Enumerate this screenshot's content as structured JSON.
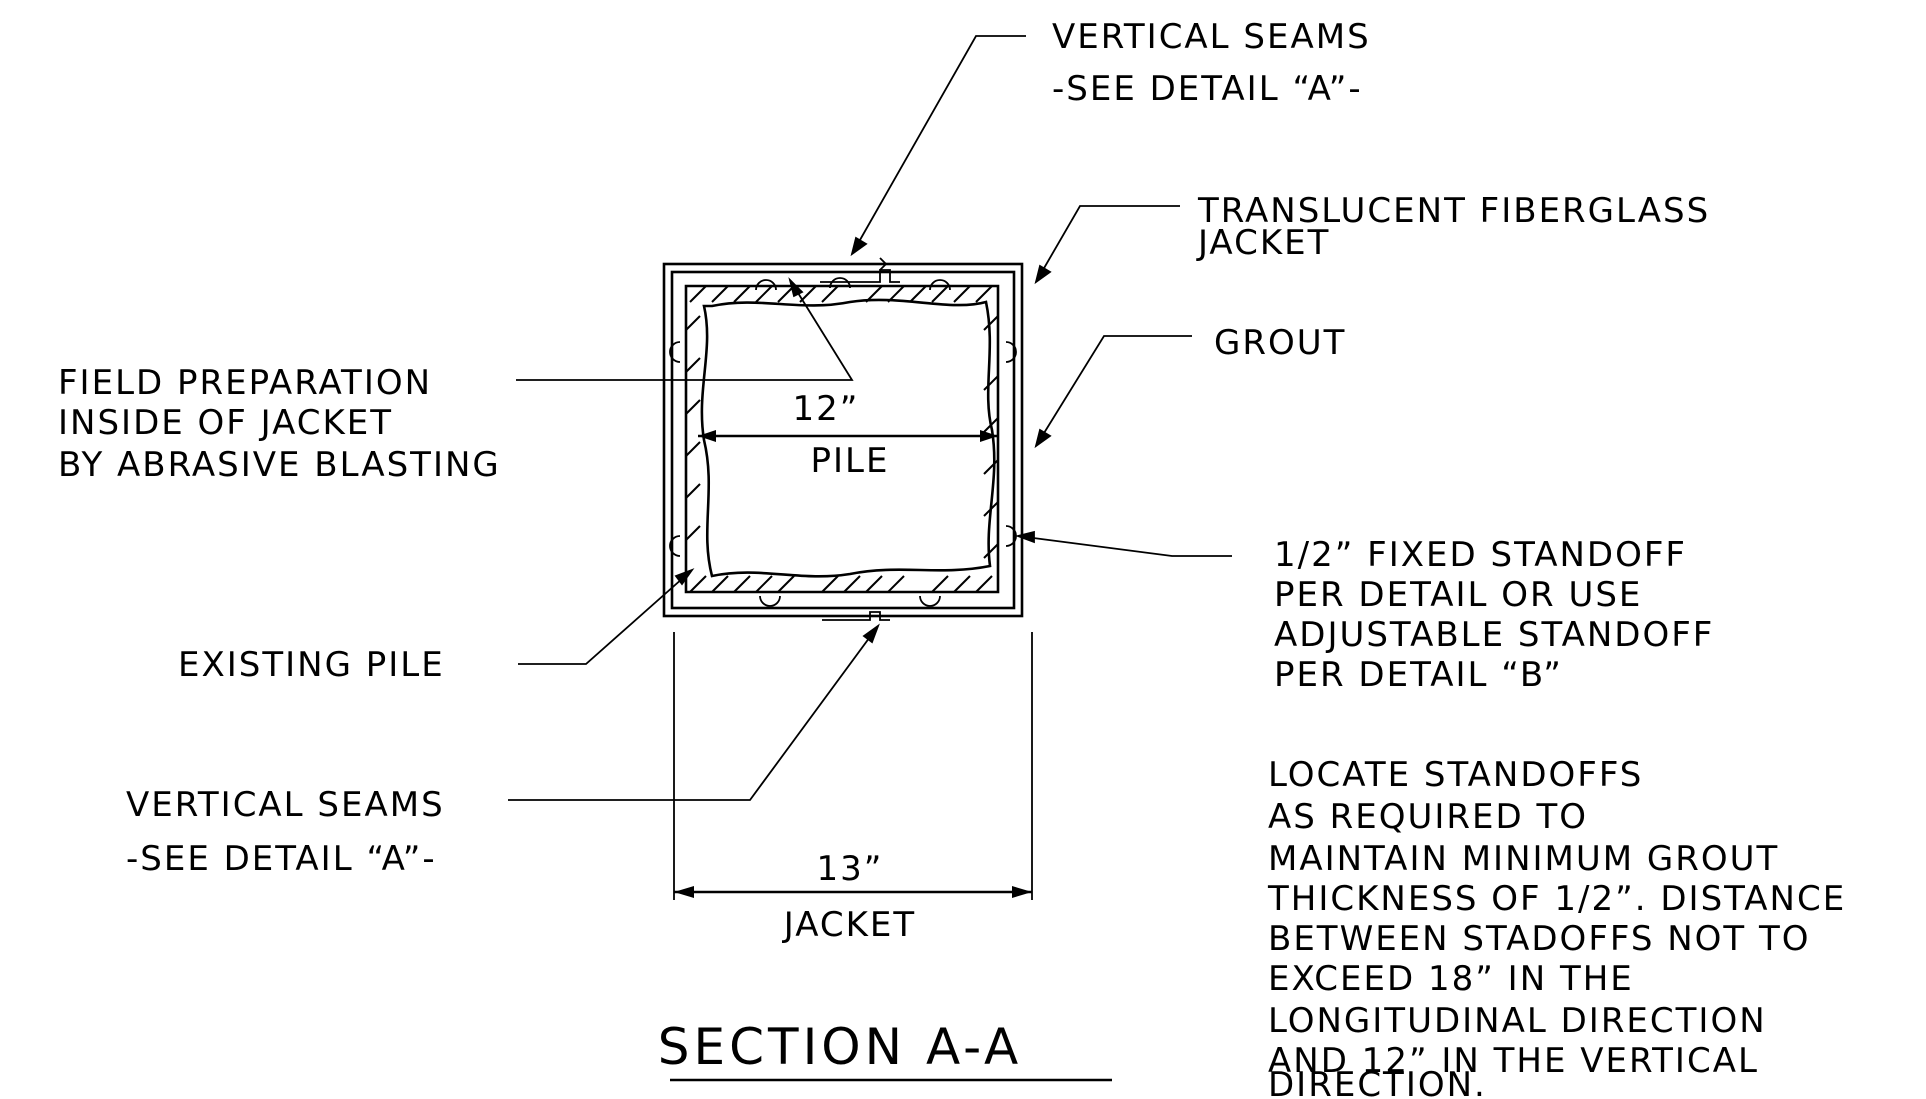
{
  "labels": {
    "vertical_seams_top": [
      "VERTICAL SEAMS",
      "-SEE DETAIL “A”-"
    ],
    "jacket": [
      "TRANSLUCENT FIBERGLASS",
      "JACKET"
    ],
    "grout": [
      "GROUT"
    ],
    "field_prep": [
      "FIELD PREPARATION",
      "INSIDE OF JACKET",
      "BY ABRASIVE BLASTING"
    ],
    "standoff": [
      "1/2” FIXED STANDOFF",
      "PER DETAIL OR USE",
      "ADJUSTABLE STANDOFF",
      "PER DETAIL “B”"
    ],
    "existing_pile": [
      "EXISTING PILE"
    ],
    "vertical_seams_bottom": [
      "VERTICAL SEAMS",
      "-SEE DETAIL “A”-"
    ],
    "note": [
      "LOCATE STANDOFFS",
      "AS REQUIRED TO",
      "MAINTAIN MINIMUM GROUT",
      "THICKNESS OF 1/2”. DISTANCE",
      "BETWEEN STADOFFS NOT TO",
      "EXCEED 18” IN THE",
      "LONGITUDINAL DIRECTION",
      "AND 12” IN THE VERTICAL",
      "DIRECTION."
    ]
  },
  "dimensions": {
    "pile_value": "12”",
    "pile_label": "PILE",
    "jacket_value": "13”",
    "jacket_label": "JACKET"
  },
  "title": "SECTION A-A"
}
